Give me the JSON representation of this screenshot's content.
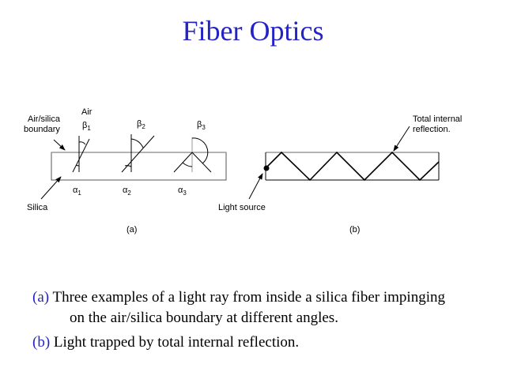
{
  "title": "Fiber Optics",
  "diagram": {
    "panel_a": {
      "label": "(a)",
      "air": "Air",
      "boundary": [
        "Air/silica",
        "boundary"
      ],
      "silica": "Silica",
      "betas": [
        "β",
        "β",
        "β"
      ],
      "beta_subs": [
        "1",
        "2",
        "3"
      ],
      "alphas": [
        "α",
        "α",
        "α"
      ],
      "alpha_subs": [
        "1",
        "2",
        "3"
      ]
    },
    "panel_b": {
      "label": "(b)",
      "tir": [
        "Total internal",
        "reflection."
      ],
      "source": "Light source"
    }
  },
  "captions": [
    {
      "key": "(a)",
      "text": " Three examples of a light ray from inside a silica fiber impinging",
      "cont": "on the air/silica boundary at different angles."
    },
    {
      "key": "(b)",
      "text": " Light trapped by total internal reflection."
    }
  ]
}
